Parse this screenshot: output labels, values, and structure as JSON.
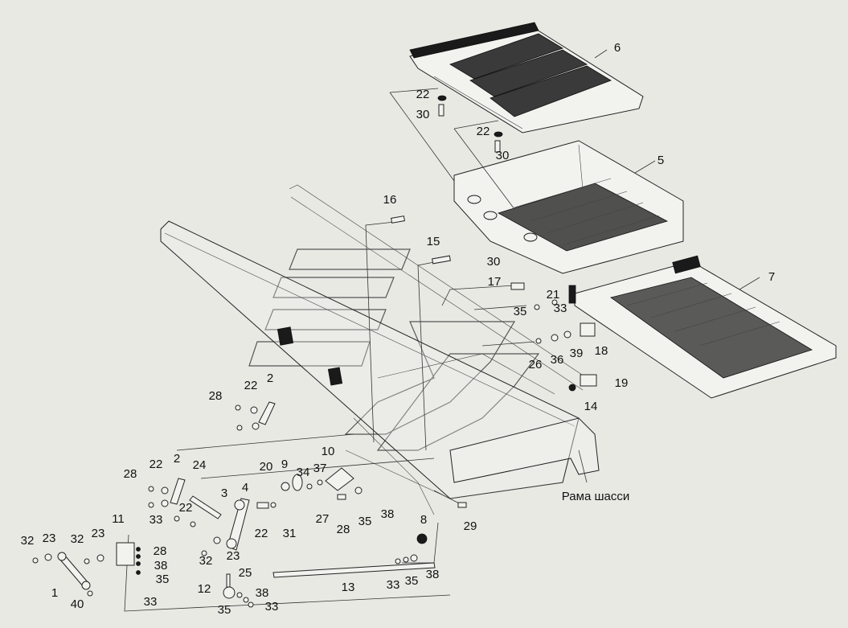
{
  "caption": "Рама шасси",
  "callouts": [
    {
      "id": "c6",
      "text": "6"
    },
    {
      "id": "c5",
      "text": "5"
    },
    {
      "id": "c7",
      "text": "7"
    },
    {
      "id": "c22a",
      "text": "22"
    },
    {
      "id": "c30a",
      "text": "30"
    },
    {
      "id": "c22b",
      "text": "22"
    },
    {
      "id": "c30b",
      "text": "30"
    },
    {
      "id": "c16",
      "text": "16"
    },
    {
      "id": "c15",
      "text": "15"
    },
    {
      "id": "c30c",
      "text": "30"
    },
    {
      "id": "c17",
      "text": "17"
    },
    {
      "id": "c21",
      "text": "21"
    },
    {
      "id": "c35a",
      "text": "35"
    },
    {
      "id": "c33a",
      "text": "33"
    },
    {
      "id": "c26",
      "text": "26"
    },
    {
      "id": "c36",
      "text": "36"
    },
    {
      "id": "c39",
      "text": "39"
    },
    {
      "id": "c18",
      "text": "18"
    },
    {
      "id": "c19",
      "text": "19"
    },
    {
      "id": "c14",
      "text": "14"
    },
    {
      "id": "c2a",
      "text": "2"
    },
    {
      "id": "c22c",
      "text": "22"
    },
    {
      "id": "c28a",
      "text": "28"
    },
    {
      "id": "c10",
      "text": "10"
    },
    {
      "id": "c9",
      "text": "9"
    },
    {
      "id": "c20",
      "text": "20"
    },
    {
      "id": "c34",
      "text": "34"
    },
    {
      "id": "c37",
      "text": "37"
    },
    {
      "id": "c24",
      "text": "24"
    },
    {
      "id": "c2b",
      "text": "2"
    },
    {
      "id": "c22d",
      "text": "22"
    },
    {
      "id": "c28b",
      "text": "28"
    },
    {
      "id": "c3",
      "text": "3"
    },
    {
      "id": "c4",
      "text": "4"
    },
    {
      "id": "c22e",
      "text": "22"
    },
    {
      "id": "c33b",
      "text": "33"
    },
    {
      "id": "c22f",
      "text": "22"
    },
    {
      "id": "c31",
      "text": "31"
    },
    {
      "id": "c27",
      "text": "27"
    },
    {
      "id": "c28c",
      "text": "28"
    },
    {
      "id": "c35b",
      "text": "35"
    },
    {
      "id": "c38a",
      "text": "38"
    },
    {
      "id": "c29",
      "text": "29"
    },
    {
      "id": "c11",
      "text": "11"
    },
    {
      "id": "c8",
      "text": "8"
    },
    {
      "id": "c32a",
      "text": "32"
    },
    {
      "id": "c23a",
      "text": "23"
    },
    {
      "id": "c32b",
      "text": "32"
    },
    {
      "id": "c23b",
      "text": "23"
    },
    {
      "id": "c28d",
      "text": "28"
    },
    {
      "id": "c38b",
      "text": "38"
    },
    {
      "id": "c35c",
      "text": "35"
    },
    {
      "id": "c32c",
      "text": "32"
    },
    {
      "id": "c23c",
      "text": "23"
    },
    {
      "id": "c25",
      "text": "25"
    },
    {
      "id": "c13",
      "text": "13"
    },
    {
      "id": "c33c",
      "text": "33"
    },
    {
      "id": "c35d",
      "text": "35"
    },
    {
      "id": "c38c",
      "text": "38"
    },
    {
      "id": "c1",
      "text": "1"
    },
    {
      "id": "c33d",
      "text": "33"
    },
    {
      "id": "c12",
      "text": "12"
    },
    {
      "id": "c38d",
      "text": "38"
    },
    {
      "id": "c40",
      "text": "40"
    },
    {
      "id": "c35e",
      "text": "35"
    },
    {
      "id": "c33e",
      "text": "33"
    }
  ]
}
